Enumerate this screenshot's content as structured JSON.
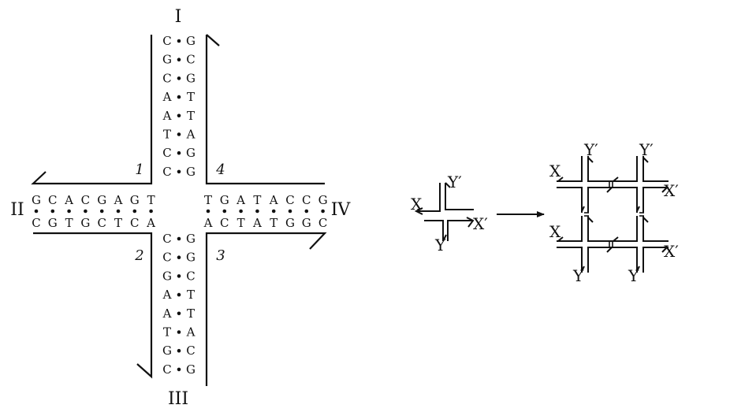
{
  "junction": {
    "arm_labels": [
      "I",
      "II",
      "III",
      "IV"
    ],
    "strand_numbers": [
      "1",
      "2",
      "3",
      "4"
    ],
    "arm_I_pairs": [
      [
        "C",
        "G"
      ],
      [
        "G",
        "C"
      ],
      [
        "C",
        "G"
      ],
      [
        "A",
        "T"
      ],
      [
        "A",
        "T"
      ],
      [
        "T",
        "A"
      ],
      [
        "C",
        "G"
      ],
      [
        "C",
        "G"
      ]
    ],
    "arm_III_pairs": [
      [
        "C",
        "G"
      ],
      [
        "C",
        "G"
      ],
      [
        "G",
        "C"
      ],
      [
        "A",
        "T"
      ],
      [
        "A",
        "T"
      ],
      [
        "T",
        "A"
      ],
      [
        "G",
        "C"
      ],
      [
        "C",
        "G"
      ]
    ],
    "arm_II_top": [
      "G",
      "C",
      "A",
      "C",
      "G",
      "A",
      "G",
      "T"
    ],
    "arm_II_bottom": [
      "C",
      "G",
      "T",
      "G",
      "C",
      "T",
      "C",
      "A"
    ],
    "arm_IV_top": [
      "T",
      "G",
      "A",
      "T",
      "A",
      "C",
      "C",
      "G"
    ],
    "arm_IV_bottom": [
      "A",
      "C",
      "T",
      "A",
      "T",
      "G",
      "G",
      "C"
    ]
  },
  "assembly": {
    "small_labels": {
      "x": "X",
      "x_prime": "X′",
      "y": "Y",
      "y_prime": "Y′"
    },
    "lattice_labels": {
      "y_prime": [
        "Y′",
        "Y′"
      ],
      "x_left": [
        "X",
        "X"
      ],
      "x_prime_right": [
        "X′",
        "X′"
      ],
      "y_bottom": [
        "Y",
        "Y"
      ]
    }
  }
}
